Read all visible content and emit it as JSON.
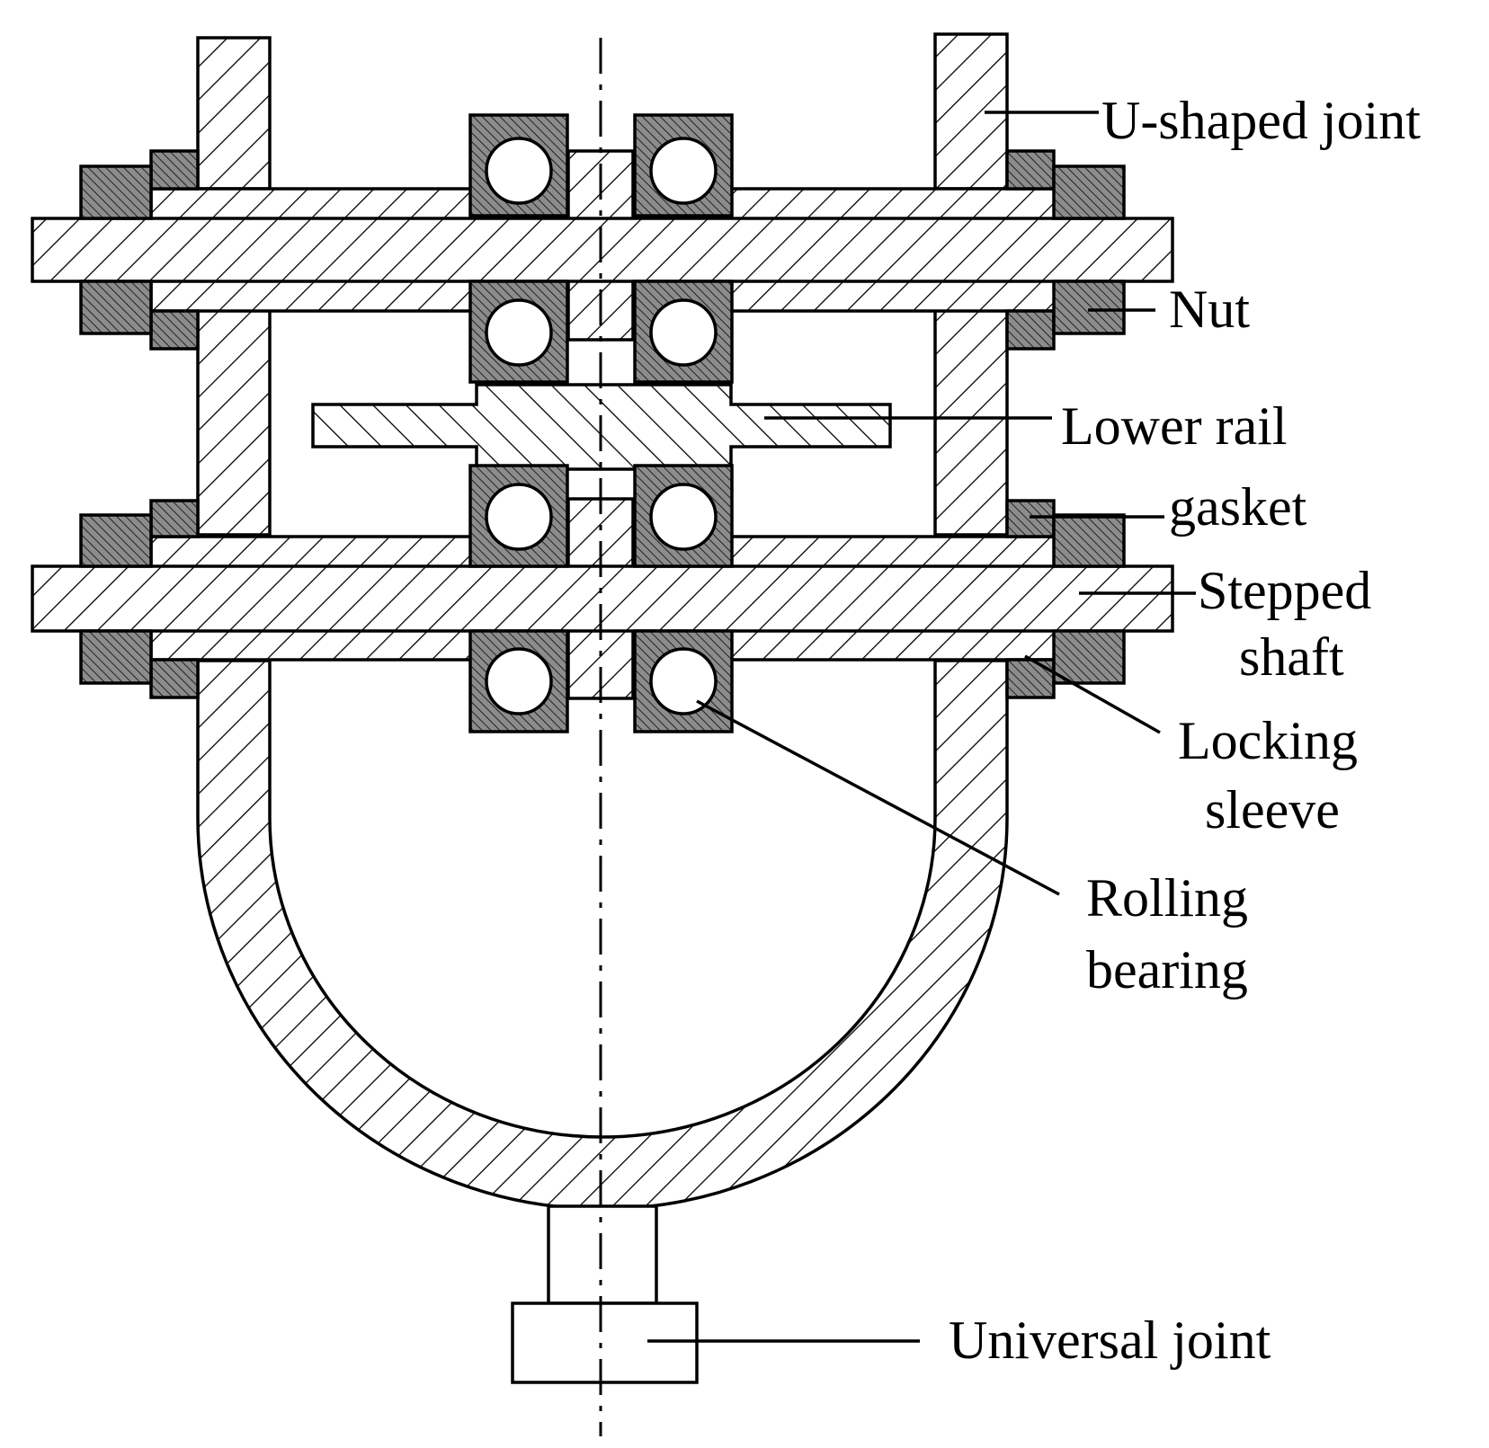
{
  "labels": {
    "u_shaped_joint": "U-shaped joint",
    "nut": "Nut",
    "lower_rail": "Lower rail",
    "gasket": "gasket",
    "stepped_shaft_1": "Stepped",
    "stepped_shaft_2": "shaft",
    "locking_sleeve_1": "Locking",
    "locking_sleeve_2": "sleeve",
    "rolling_bearing_1": "Rolling",
    "rolling_bearing_2": "bearing",
    "universal_joint": "Universal joint"
  },
  "colors": {
    "line": "#000000",
    "background": "#ffffff",
    "dark_fill": "#8c8c8c"
  }
}
